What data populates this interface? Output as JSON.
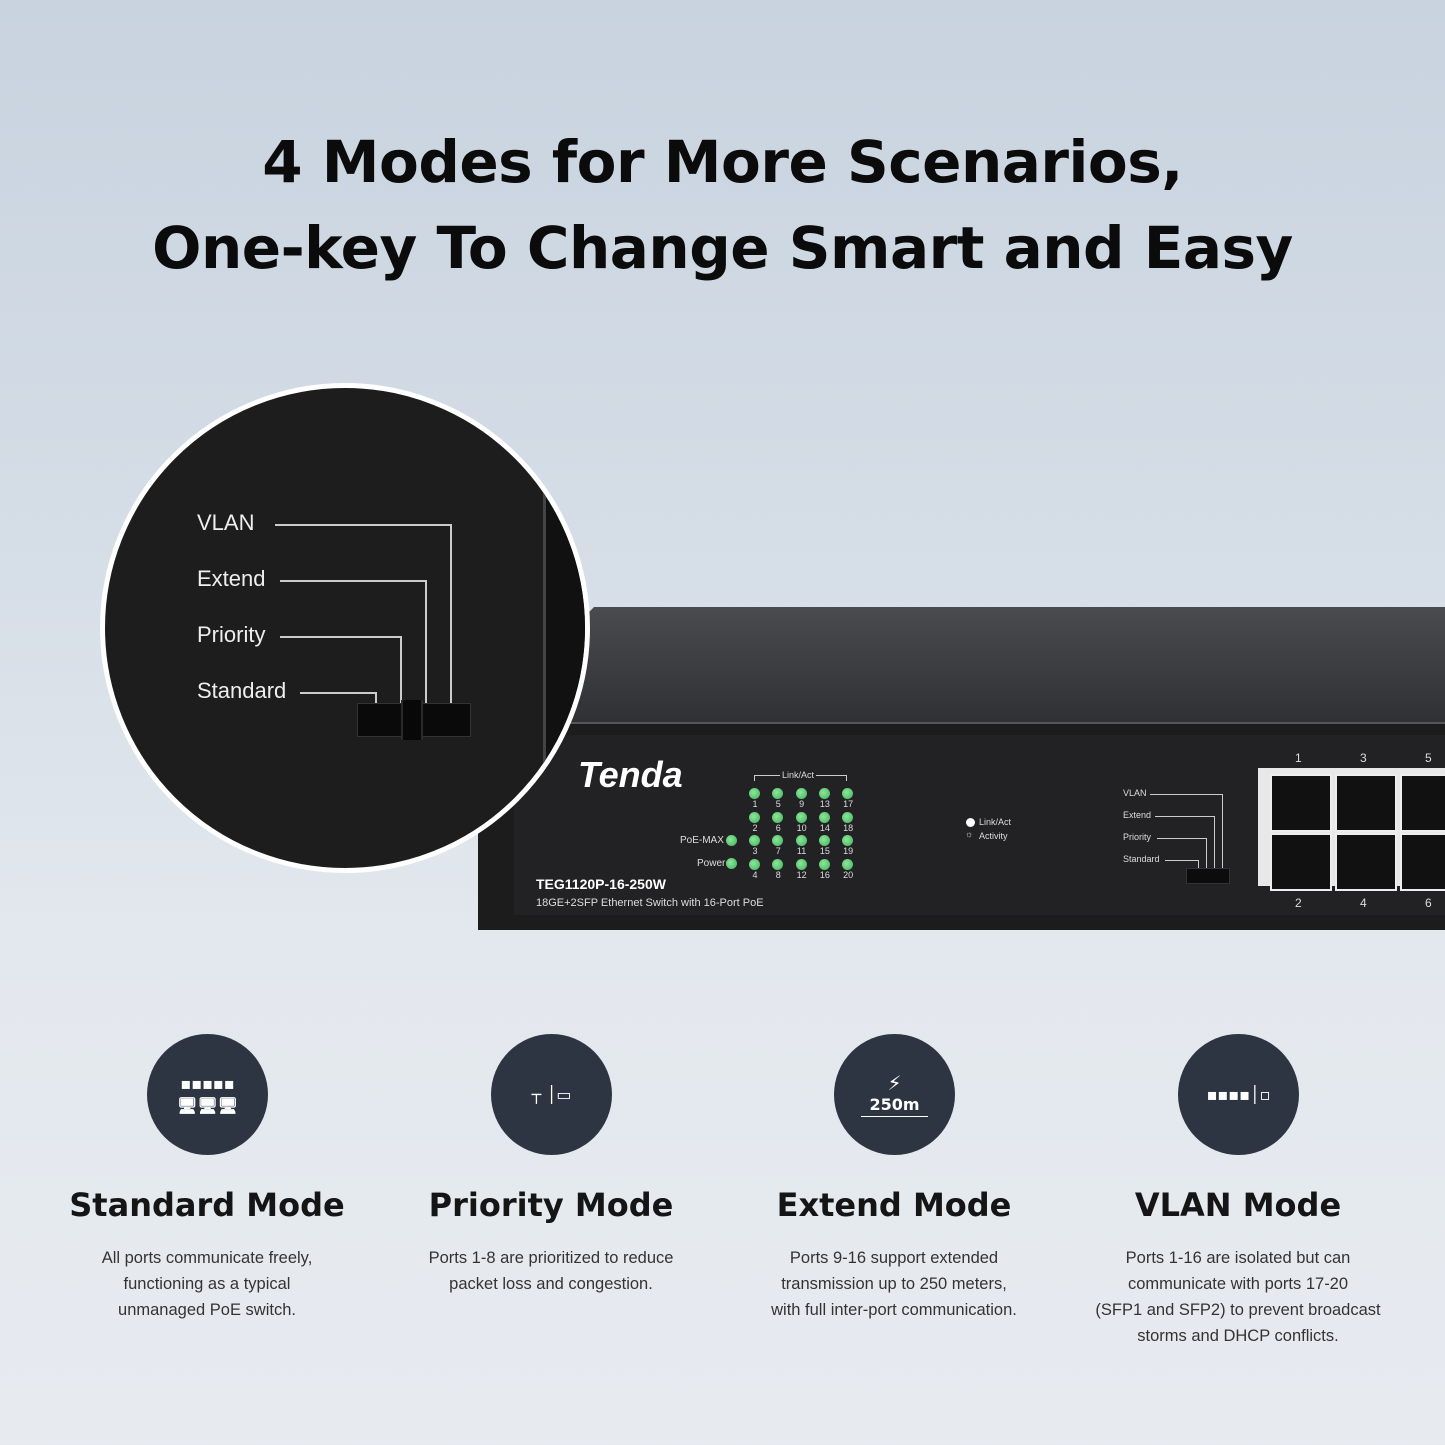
{
  "headline": {
    "line1": "4 Modes for More Scenarios,",
    "line2": "One-key To Change Smart and Easy"
  },
  "zoom_callout": {
    "labels": [
      "VLAN",
      "Extend",
      "Priority",
      "Standard"
    ]
  },
  "switch": {
    "brand": "Tenda",
    "model": "TEG1120P-16-250W",
    "description": "18GE+2SFP Ethernet Switch with 16-Port PoE",
    "link_act_header": "Link/Act",
    "poe_max_label": "PoE-MAX",
    "power_label": "Power",
    "led_columns": [
      [
        "1",
        "2",
        "3",
        "4"
      ],
      [
        "5",
        "6",
        "7",
        "8"
      ],
      [
        "9",
        "10",
        "11",
        "12"
      ],
      [
        "13",
        "14",
        "15",
        "16"
      ],
      [
        "17",
        "18",
        "19",
        "20"
      ]
    ],
    "legend": {
      "link_act": "Link/Act",
      "activity": "Activity"
    },
    "mode_labels": [
      "VLAN",
      "Extend",
      "Priority",
      "Standard"
    ],
    "ports_top": [
      "1",
      "3",
      "5"
    ],
    "ports_bottom": [
      "2",
      "4",
      "6"
    ],
    "led_color": "#4cc266"
  },
  "modes": [
    {
      "icon": "switch-to-computers-icon",
      "title": "Standard Mode",
      "desc": [
        "All ports communicate freely,",
        "functioning as a typical",
        "unmanaged PoE switch."
      ]
    },
    {
      "icon": "priority-hierarchy-icon",
      "title": "Priority Mode",
      "desc": [
        "Ports 1-8 are prioritized to reduce",
        "packet loss and congestion."
      ]
    },
    {
      "icon": "extended-cable-icon",
      "icon_text": "250m",
      "title": "Extend Mode",
      "desc": [
        "Ports 9-16 support extended",
        "transmission up to 250 meters,",
        "with full inter-port communication."
      ]
    },
    {
      "icon": "vlan-isolation-icon",
      "title": "VLAN Mode",
      "desc": [
        "Ports 1-16 are isolated but can",
        "communicate with ports 17-20",
        "(SFP1 and SFP2) to prevent broadcast",
        "storms and DHCP conflicts."
      ]
    }
  ],
  "colors": {
    "icon_circle": "#2c3541",
    "background": "#dfe5ec"
  }
}
